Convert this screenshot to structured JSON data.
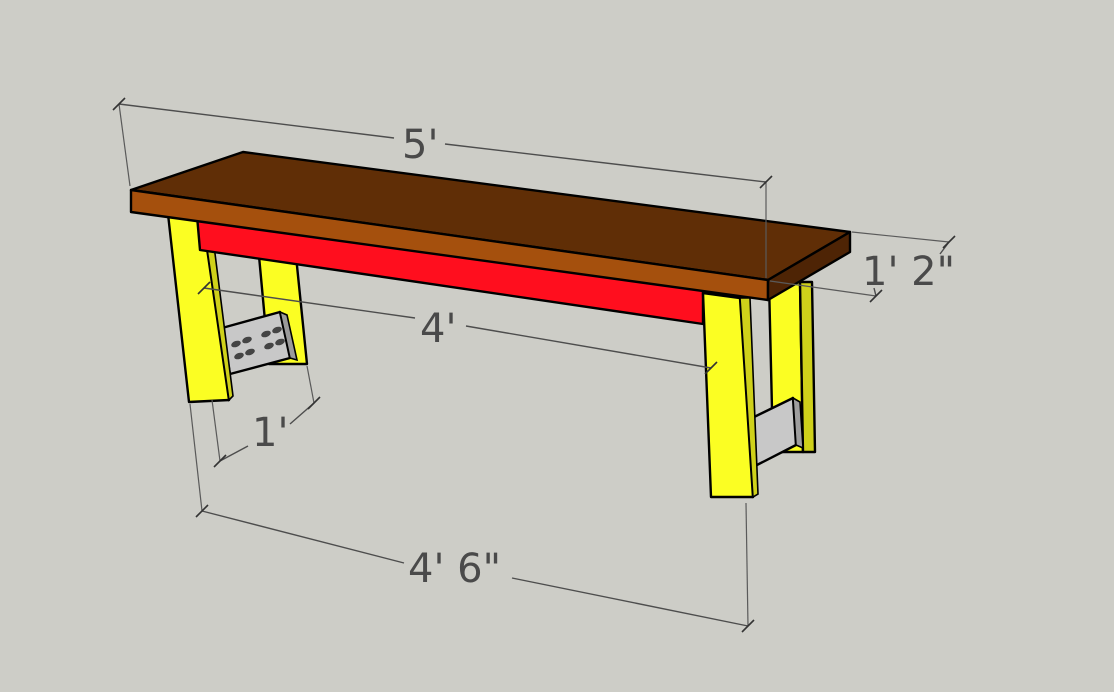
{
  "drawing": {
    "dimensions": {
      "overall_length": "5'",
      "stretcher_length": "4'",
      "depth": "1' 2\"",
      "leg_spacing": "1'",
      "leg_span": "4' 6\""
    },
    "colors": {
      "background": "#cdcdc7",
      "seat_top": "#602e06",
      "seat_front": "#a5500d",
      "apron": "#ff0e1e",
      "legs": "#fbfe23",
      "legs_shadow": "#cfd11a",
      "brace": "#c6c6c6",
      "dim_line": "#4d4d4d"
    }
  }
}
